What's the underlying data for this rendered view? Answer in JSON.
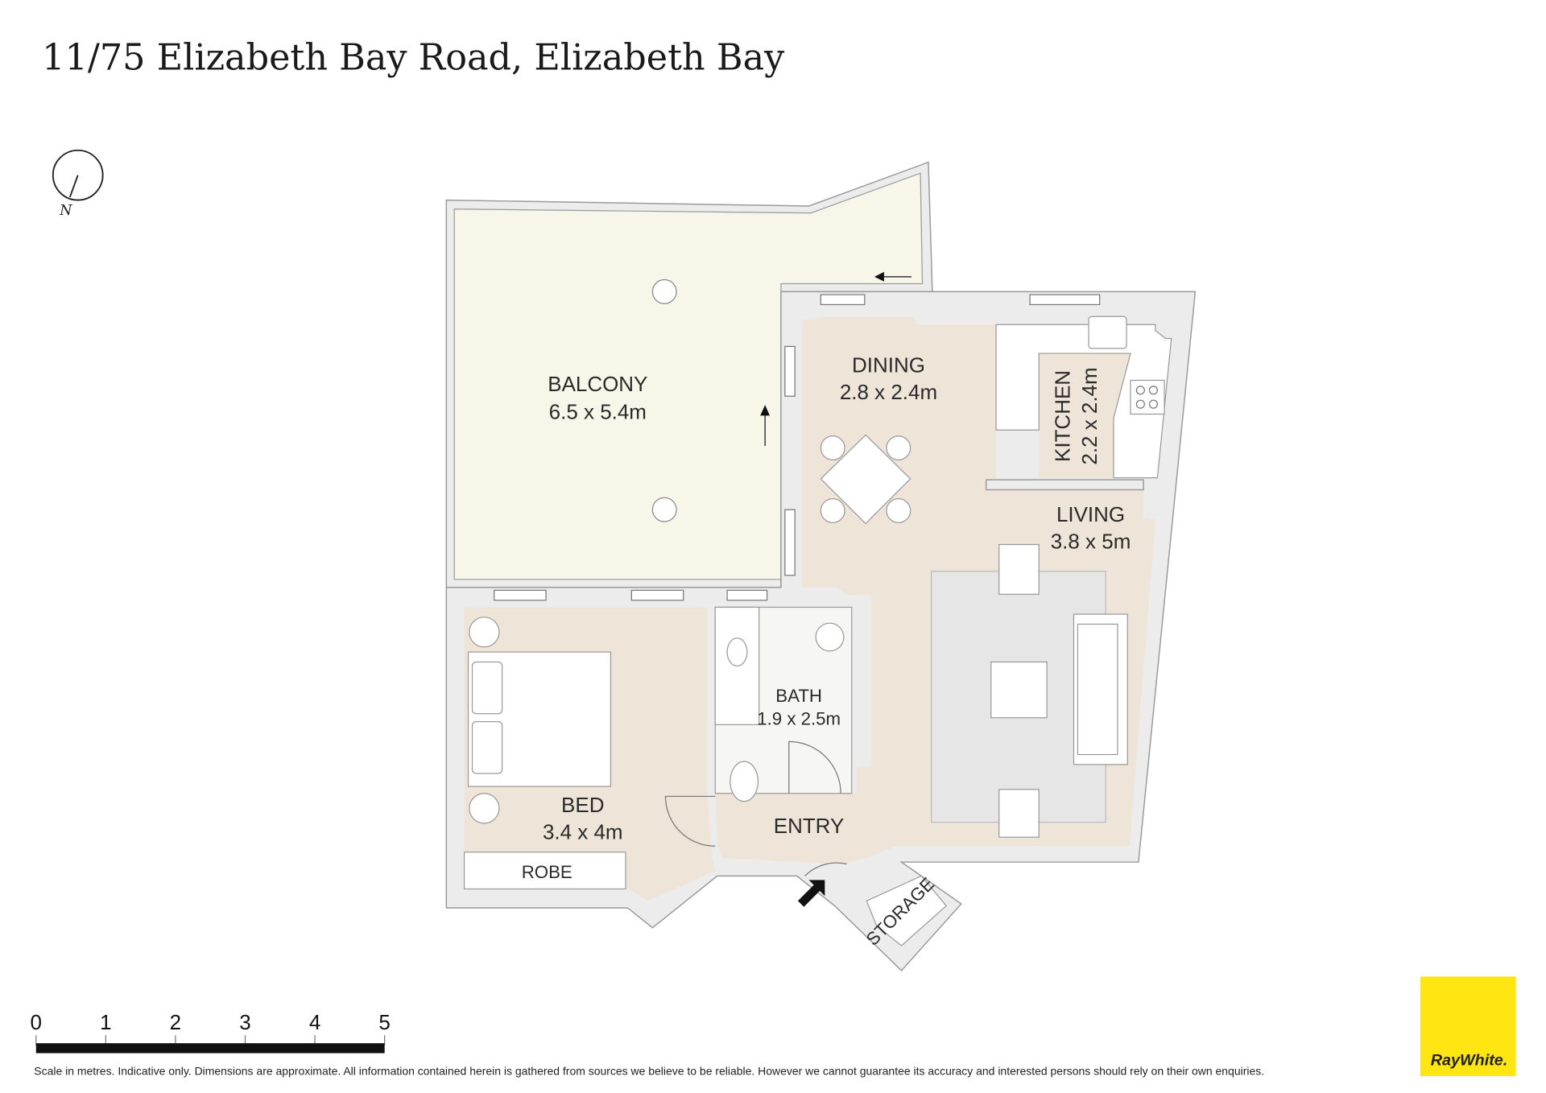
{
  "title": "11/75 Elizabeth Bay Road, Elizabeth Bay",
  "compass": {
    "label": "N"
  },
  "rooms": {
    "balcony": {
      "name": "BALCONY",
      "size": "6.5 x 5.4m"
    },
    "dining": {
      "name": "DINING",
      "size": "2.8 x 2.4m"
    },
    "kitchen": {
      "name": "KITCHEN",
      "size": "2.2 x 2.4m"
    },
    "living": {
      "name": "LIVING",
      "size": "3.8 x 5m"
    },
    "bath": {
      "name": "BATH",
      "size": "1.9 x 2.5m"
    },
    "bed": {
      "name": "BED",
      "size": "3.4 x 4m"
    },
    "entry": {
      "name": "ENTRY"
    },
    "robe": {
      "name": "ROBE"
    },
    "storage": {
      "name": "STORAGE"
    }
  },
  "scale": {
    "ticks": [
      "0",
      "1",
      "2",
      "3",
      "4",
      "5"
    ],
    "unit": "metres"
  },
  "disclaimer": "Scale in metres. Indicative only. Dimensions are approximate. All information contained herein is gathered from sources we believe to be reliable. However we cannot guarantee its accuracy and interested persons should rely on their own enquiries.",
  "brand": {
    "name": "RayWhite.",
    "color": "#ffe512"
  },
  "colors": {
    "floor": "#efe4d8",
    "balcony": "#f8f5e9",
    "rug": "#e6e6e6"
  }
}
